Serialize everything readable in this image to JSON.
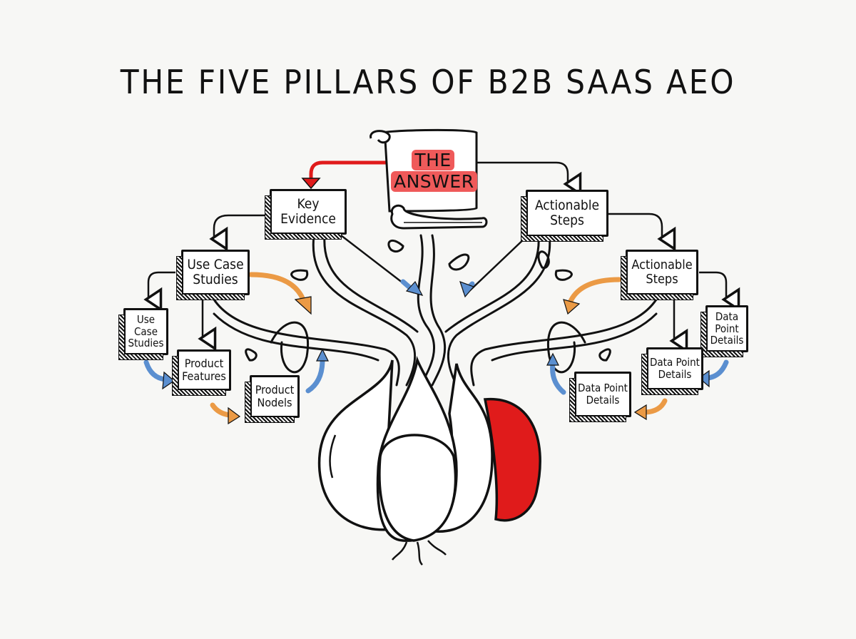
{
  "title": "THE FIVE PILLARS OF B2B SAAS AEO",
  "center": {
    "label_line1": "THE",
    "label_line2": "ANSWER",
    "highlight_color": "#ef5a5a"
  },
  "nodes": {
    "key_evidence": "Key\nEvidence",
    "actionable_steps_top": "Actionable\nSteps",
    "use_case_studies_mid": "Use Case\nStudies",
    "actionable_steps_mid": "Actionable\nSteps",
    "use_case_studies_small": "Use\nCase\nStudies",
    "product_features": "Product\nFeatures",
    "product_nodels": "Product\nNodels",
    "data_point_details_right": "Data\nPoint\nDetails",
    "data_point_details_mid": "Data Point\nDetails",
    "data_point_details_low": "Data Point\nDetails"
  },
  "icons": {
    "scroll": "scroll-icon",
    "garlic": "garlic-bulb-icon",
    "roots": "tangled-roots-icon"
  },
  "colors": {
    "ink": "#111111",
    "accent_red": "#e01b1b",
    "arrow_blue": "#5b8fd0",
    "arrow_orange": "#eb9a45",
    "paper": "#f7f7f5"
  }
}
